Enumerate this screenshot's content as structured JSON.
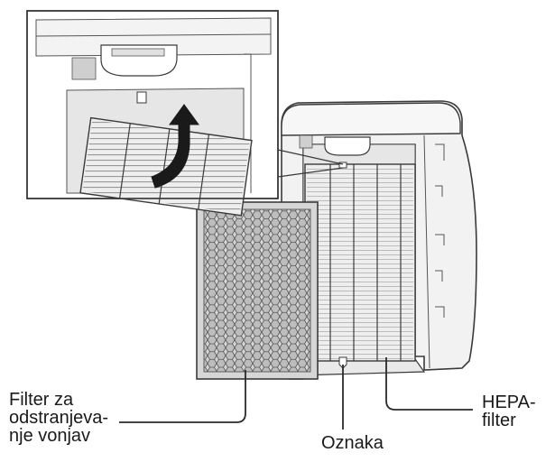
{
  "labels": {
    "carbon_filter": [
      "Filter za",
      "odstranjeva-",
      "nje vonjav"
    ],
    "mark": "Oznaka",
    "hepa_filter": [
      "HEPA-",
      "filter"
    ]
  },
  "colors": {
    "stroke": "#3a3a3a",
    "housing_fill": "#f2f2f2",
    "panel_fill": "#e6e6e6",
    "carbon_fill": "#d6d6d6",
    "hepa_fill": "#eeeeee",
    "arrow_fill": "#1a1a1a"
  },
  "icons": {
    "arrow": "curved-up-arrow-icon"
  }
}
